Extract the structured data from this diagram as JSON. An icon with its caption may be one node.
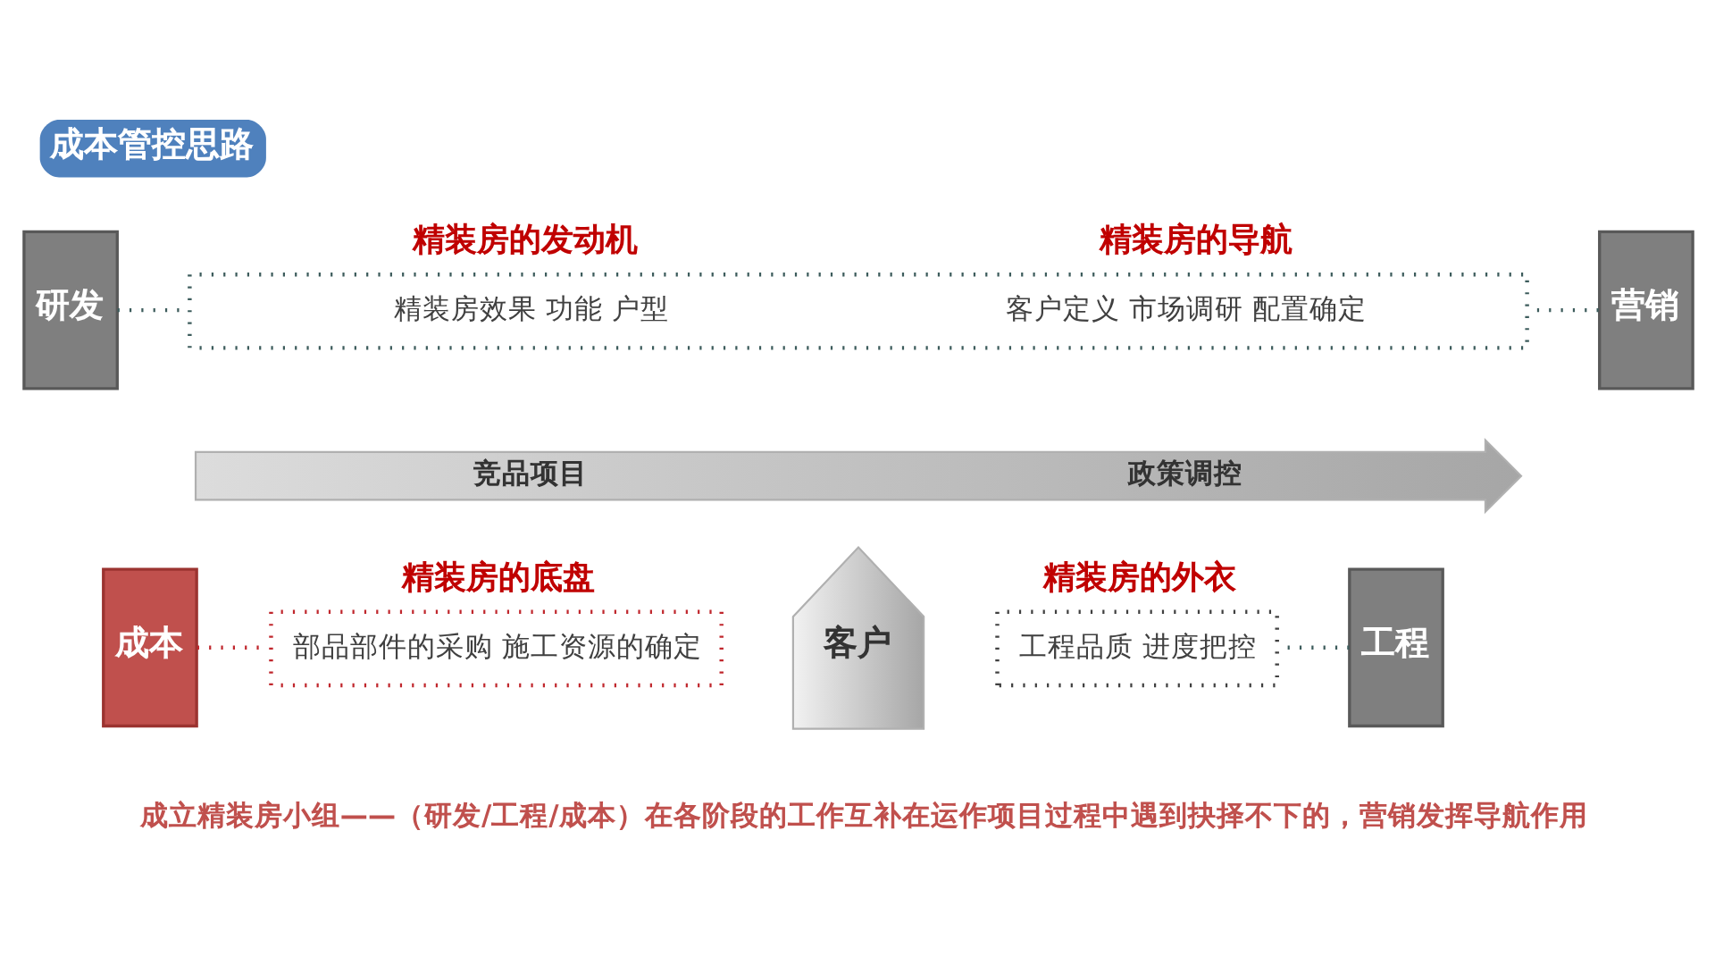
{
  "diagram": {
    "title": "成本管控思路",
    "caption": "成立精装房小组——（研发/工程/成本）在各阶段的工作互补在运作项目过程中遇到抉择不下的，营销发挥导航作用",
    "nodes": [
      {
        "text": [
          "研发"
        ]
      },
      {
        "text": [
          "营销"
        ]
      },
      {
        "text": [
          "成本"
        ]
      },
      {
        "text": [
          "工程"
        ]
      },
      {
        "text": [
          "精装房的发动机",
          "精装房的导航",
          "精装房效果 功能 户型",
          "客户定义 市场调研 配置确定"
        ]
      },
      {
        "text": [
          "精装房的底盘",
          "部品部件的采购 施工资源的确定"
        ]
      },
      {
        "text": [
          "精装房的外衣",
          "工程品质 进度把控"
        ]
      },
      {
        "text": [
          "竞品项目",
          "政策调控"
        ]
      },
      {
        "text": [
          "客户"
        ]
      }
    ],
    "edges": [
      {
        "from": 0,
        "to": 4,
        "arrow": "none",
        "style": "dashed"
      },
      {
        "from": 1,
        "to": 4,
        "arrow": "none",
        "style": "dashed"
      },
      {
        "from": 2,
        "to": 5,
        "arrow": "none",
        "style": "dashed",
        "color": "#c0272d"
      },
      {
        "from": 3,
        "to": 6,
        "arrow": "none",
        "style": "dashed"
      }
    ]
  }
}
